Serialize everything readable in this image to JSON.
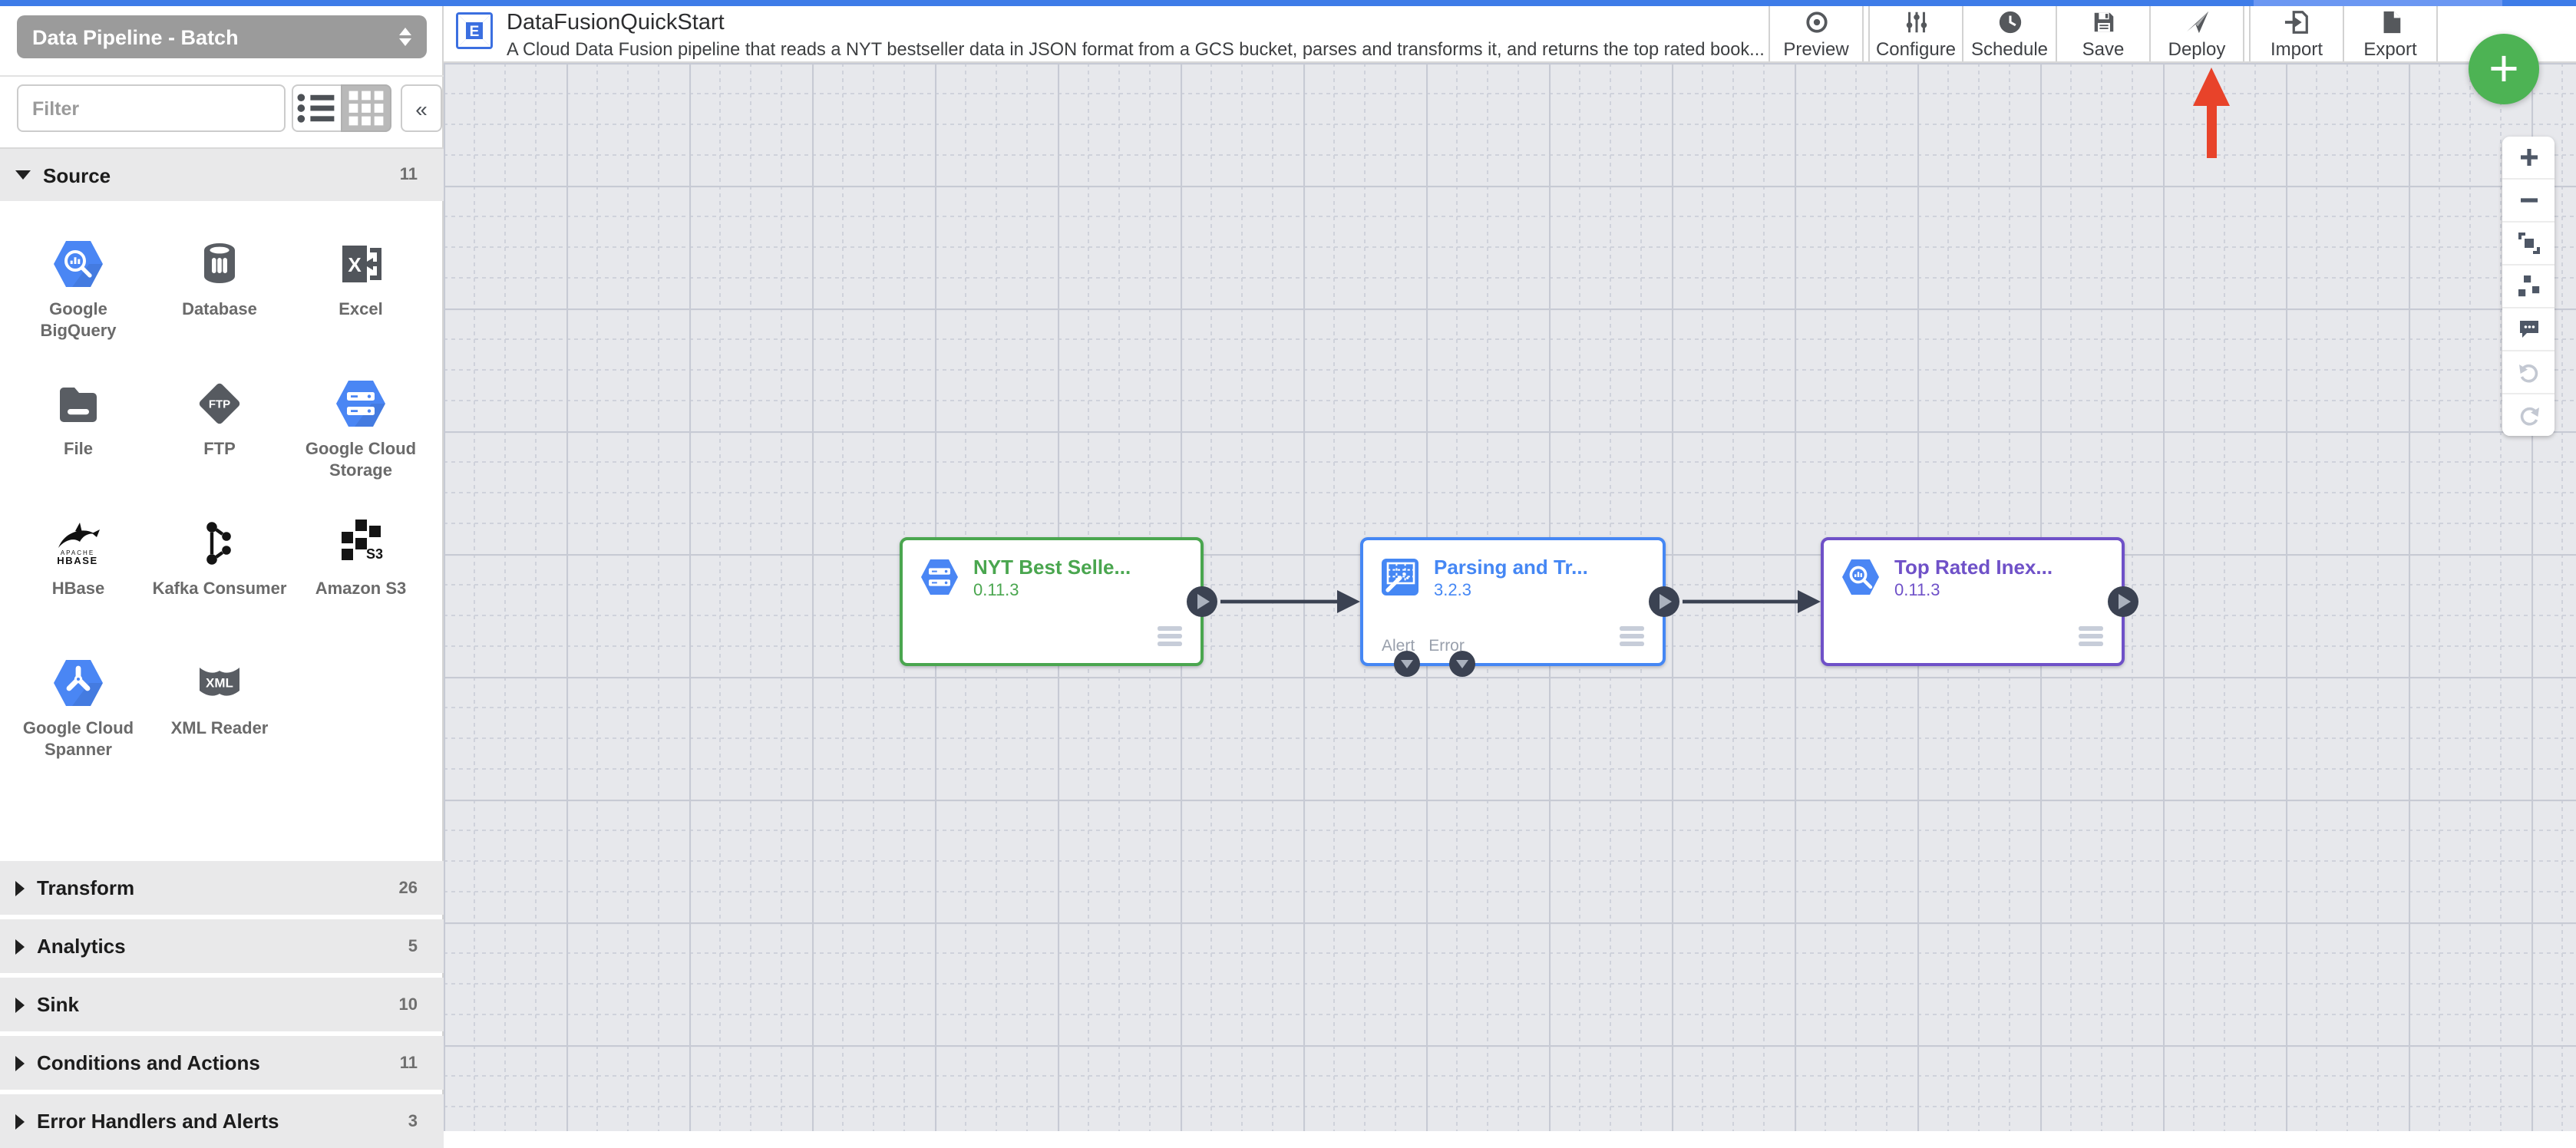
{
  "top_bar": {
    "color": "#3e7ce8"
  },
  "pipeline_type": {
    "value": "Data Pipeline - Batch"
  },
  "sidebar": {
    "filter": {
      "placeholder": "Filter"
    },
    "collapse": {
      "label": "«"
    },
    "sections": [
      {
        "label": "Source",
        "count": "11",
        "expanded": true
      },
      {
        "label": "Transform",
        "count": "26",
        "expanded": false
      },
      {
        "label": "Analytics",
        "count": "5",
        "expanded": false
      },
      {
        "label": "Sink",
        "count": "10",
        "expanded": false
      },
      {
        "label": "Conditions and Actions",
        "count": "11",
        "expanded": false
      },
      {
        "label": "Error Handlers and Alerts",
        "count": "3",
        "expanded": false
      }
    ],
    "source_items": [
      {
        "label": "Google BigQuery",
        "icon": "bigquery-icon"
      },
      {
        "label": "Database",
        "icon": "database-icon"
      },
      {
        "label": "Excel",
        "icon": "excel-icon"
      },
      {
        "label": "File",
        "icon": "file-icon"
      },
      {
        "label": "FTP",
        "icon": "ftp-icon"
      },
      {
        "label": "Google Cloud Storage",
        "icon": "gcs-icon"
      },
      {
        "label": "HBase",
        "icon": "hbase-icon"
      },
      {
        "label": "Kafka Consumer",
        "icon": "kafka-icon"
      },
      {
        "label": "Amazon S3",
        "icon": "s3-icon"
      },
      {
        "label": "Google Cloud Spanner",
        "icon": "spanner-icon"
      },
      {
        "label": "XML Reader",
        "icon": "xml-icon"
      }
    ]
  },
  "header": {
    "title": "DataFusionQuickStart",
    "description": "A Cloud Data Fusion pipeline that reads a NYT bestseller data in JSON format from a GCS bucket, parses and transforms it, and returns the top rated book...",
    "actions": [
      {
        "label": "Preview",
        "icon": "eye-icon"
      },
      {
        "label": "Configure",
        "icon": "sliders-icon"
      },
      {
        "label": "Schedule",
        "icon": "clock-icon"
      },
      {
        "label": "Save",
        "icon": "floppy-icon"
      },
      {
        "label": "Deploy",
        "icon": "paper-plane-icon"
      },
      {
        "label": "Import",
        "icon": "import-icon"
      },
      {
        "label": "Export",
        "icon": "export-icon"
      }
    ]
  },
  "canvas": {
    "nodes": [
      {
        "name": "NYT Best Selle...",
        "version": "0.11.3",
        "accent": "#4aa64f",
        "icon": "gcs-icon"
      },
      {
        "name": "Parsing and Tr...",
        "version": "3.2.3",
        "accent": "#4587f4",
        "icon": "wrangler-icon",
        "bottom_ports": [
          {
            "label": "Alert"
          },
          {
            "label": "Error"
          }
        ]
      },
      {
        "name": "Top Rated Inex...",
        "version": "0.11.3",
        "accent": "#6f51c8",
        "icon": "bigquery-icon"
      }
    ],
    "annotation": {
      "shape": "red-arrow",
      "points_at": "Deploy",
      "color": "#e8432a"
    }
  },
  "fab": {
    "label": "+",
    "color": "#4db354"
  },
  "zoom_controls": {
    "items": [
      "zoom-in",
      "zoom-out",
      "fit-to-screen",
      "align-nodes",
      "comments",
      "undo",
      "redo"
    ]
  }
}
